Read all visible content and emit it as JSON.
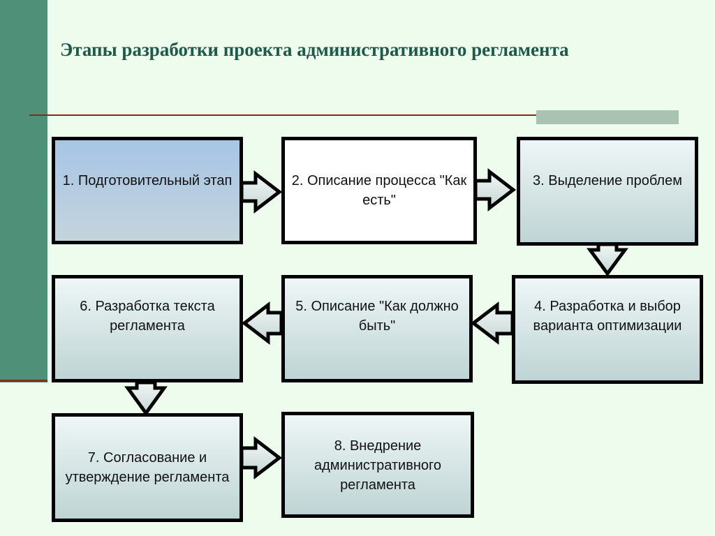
{
  "title": "Этапы разработки проекта административного регламента",
  "steps": [
    {
      "label": "1. Подготовительный этап"
    },
    {
      "label": "2. Описание процесса \"Как есть\""
    },
    {
      "label": "3. Выделение проблем"
    },
    {
      "label": "4. Разработка и выбор варианта оптимизации"
    },
    {
      "label": "5. Описание \"Как должно быть\""
    },
    {
      "label": "6. Разработка текста регламента"
    },
    {
      "label": "7. Согласование и утверждение регламента"
    },
    {
      "label": "8. Внедрение административного регламента"
    }
  ],
  "colors": {
    "accent": "#4f9079",
    "rule": "#8a2a1c",
    "title": "#1d5a48"
  }
}
